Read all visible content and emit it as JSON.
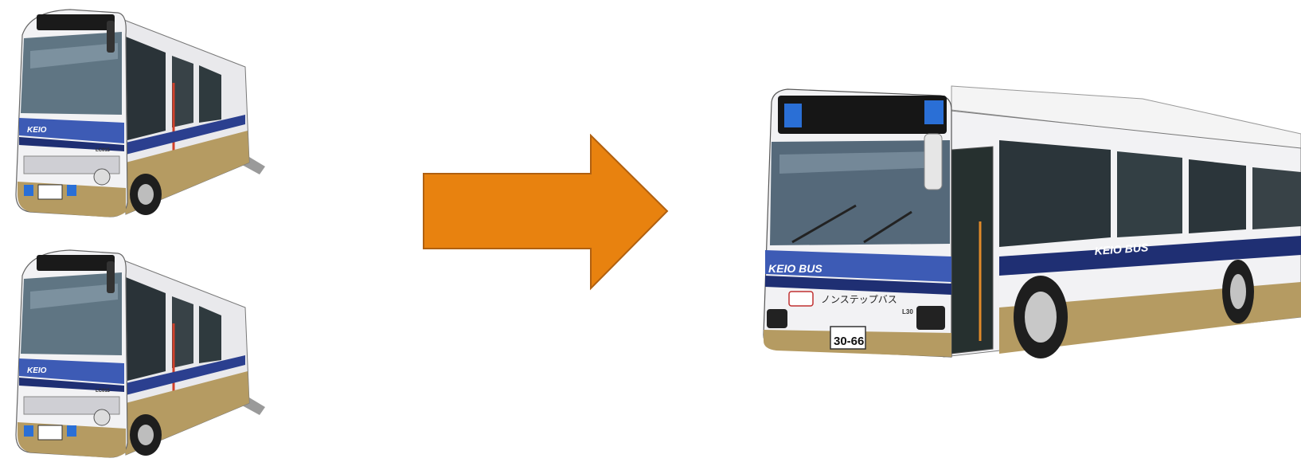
{
  "small_bus": {
    "logo_text": "KEIO",
    "model_text": "LC015"
  },
  "large_bus": {
    "front_brand": "KEIO  BUS",
    "side_brand": "KEIO  BUS",
    "nonstep_label": "ノンステップバス",
    "plate_number": "30-66",
    "fleet_number": "L30"
  },
  "colors": {
    "arrow_fill": "#E8820F",
    "arrow_stroke": "#B06010",
    "bus_navy": "#1F2F73",
    "bus_blue": "#3D5BB5",
    "bus_gold": "#B59B62",
    "bus_white": "#F2F2F4"
  }
}
